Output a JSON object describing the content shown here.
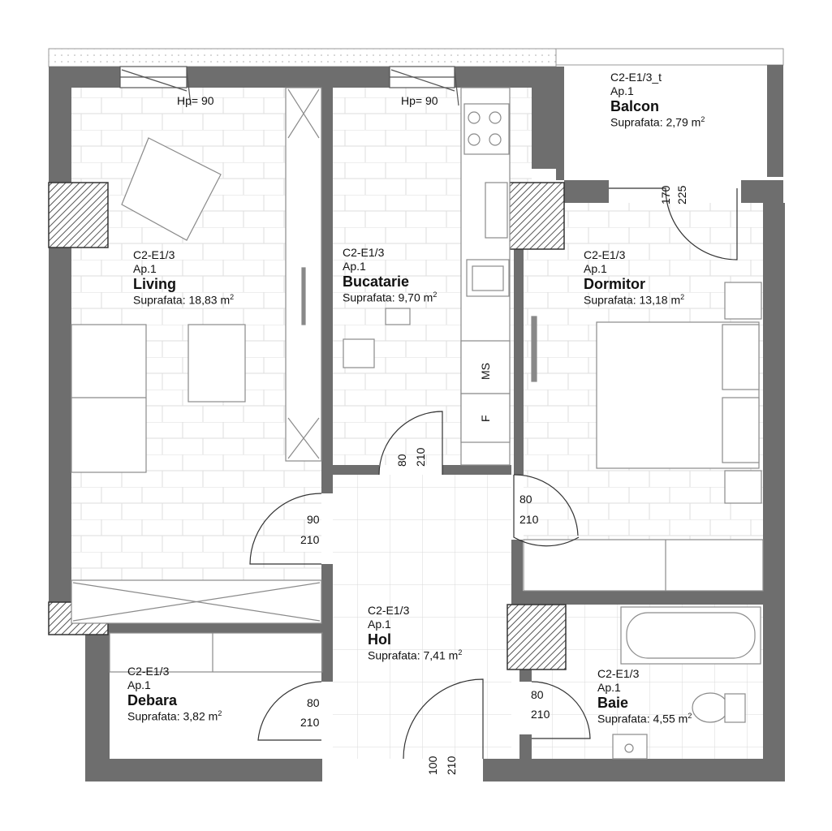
{
  "rooms": {
    "living": {
      "code": "C2-E1/3",
      "ap": "Ap.1",
      "name": "Living",
      "area_label": "Suprafata:",
      "area": "18,83",
      "unit": "m",
      "exp": "2"
    },
    "bucatarie": {
      "code": "C2-E1/3",
      "ap": "Ap.1",
      "name": "Bucatarie",
      "area_label": "Suprafata:",
      "area": "9,70",
      "unit": "m",
      "exp": "2"
    },
    "balcon": {
      "code": "C2-E1/3_t",
      "ap": "Ap.1",
      "name": "Balcon",
      "area_label": "Suprafata:",
      "area": "2,79",
      "unit": "m",
      "exp": "2"
    },
    "dormitor": {
      "code": "C2-E1/3",
      "ap": "Ap.1",
      "name": "Dormitor",
      "area_label": "Suprafata:",
      "area": "13,18",
      "unit": "m",
      "exp": "2"
    },
    "hol": {
      "code": "C2-E1/3",
      "ap": "Ap.1",
      "name": "Hol",
      "area_label": "Suprafata:",
      "area": "7,41",
      "unit": "m",
      "exp": "2"
    },
    "debara": {
      "code": "C2-E1/3",
      "ap": "Ap.1",
      "name": "Debara",
      "area_label": "Suprafata:",
      "area": "3,82",
      "unit": "m",
      "exp": "2"
    },
    "baie": {
      "code": "C2-E1/3",
      "ap": "Ap.1",
      "name": "Baie",
      "area_label": "Suprafata:",
      "area": "4,55",
      "unit": "m",
      "exp": "2"
    }
  },
  "windows": {
    "living_hp": "Hp= 90",
    "kitchen_hp": "Hp= 90"
  },
  "doors": {
    "living": {
      "w": "90",
      "h": "210"
    },
    "kitchen": {
      "w": "80",
      "h": "210"
    },
    "bedroom": {
      "w": "80",
      "h": "210"
    },
    "debara": {
      "w": "80",
      "h": "210"
    },
    "bath": {
      "w": "80",
      "h": "210"
    },
    "entrance": {
      "w": "100",
      "h": "210"
    },
    "balcony": {
      "w": "170",
      "h": "225"
    }
  },
  "appliances": {
    "dishwasher": "MS",
    "fridge": "F"
  },
  "colors": {
    "wall": "#6e6e6e",
    "hatch": "#555555",
    "line": "#8a8a8a",
    "grid": "#d6d6d6"
  }
}
